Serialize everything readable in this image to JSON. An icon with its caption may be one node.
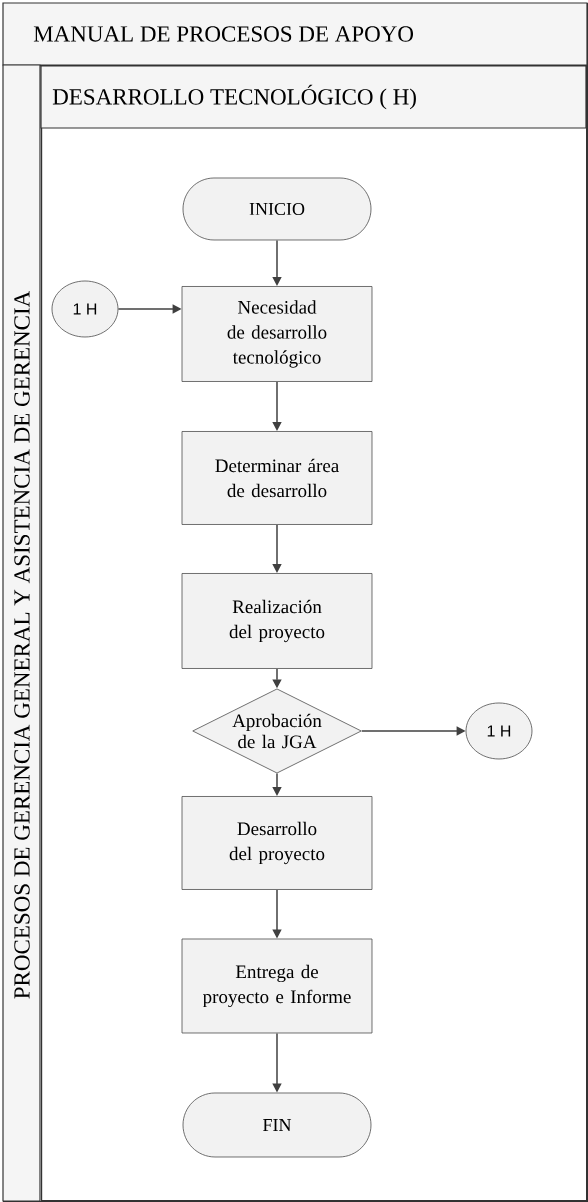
{
  "diagram": {
    "nodes": [
      {
        "text": [
          "MANUAL DE PROCESOS DE APOYO"
        ]
      },
      {
        "text": [
          "PROCESOS DE GERENCIA GENERAL Y ASISTENCIA DE GERENCIA"
        ],
        "in": 0
      },
      {
        "text": [
          "DESARROLLO TECNOLÓGICO ( H)"
        ],
        "in": 1
      },
      {
        "text": [
          "INICIO"
        ],
        "in": 2
      },
      {
        "text": [
          "1 H"
        ],
        "in": 2
      },
      {
        "text": [
          "Necesidad de desarrollo tecnológico"
        ],
        "in": 2
      },
      {
        "text": [
          "Determinar área de desarrollo"
        ],
        "in": 2
      },
      {
        "text": [
          "Realización del proyecto"
        ],
        "in": 2
      },
      {
        "text": [
          "Aprobación de la JGA"
        ],
        "in": 2
      },
      {
        "text": [
          "1 H"
        ],
        "in": 2
      },
      {
        "text": [
          "Desarrollo del proyecto"
        ],
        "in": 2
      },
      {
        "text": [
          "Entrega de proyecto e Informe"
        ],
        "in": 2
      },
      {
        "text": [
          "FIN"
        ],
        "in": 2
      }
    ],
    "edges": [
      {
        "from": 3,
        "to": 5,
        "arrow": "to"
      },
      {
        "from": 4,
        "to": 5,
        "arrow": "to"
      },
      {
        "from": 5,
        "to": 6,
        "arrow": "to"
      },
      {
        "from": 6,
        "to": 7,
        "arrow": "to"
      },
      {
        "from": 7,
        "to": 8,
        "arrow": "to"
      },
      {
        "from": 8,
        "to": 9,
        "arrow": "to"
      },
      {
        "from": 8,
        "to": 10,
        "arrow": "to"
      },
      {
        "from": 10,
        "to": 11,
        "arrow": "to"
      },
      {
        "from": 11,
        "to": 12,
        "arrow": "to"
      }
    ]
  }
}
